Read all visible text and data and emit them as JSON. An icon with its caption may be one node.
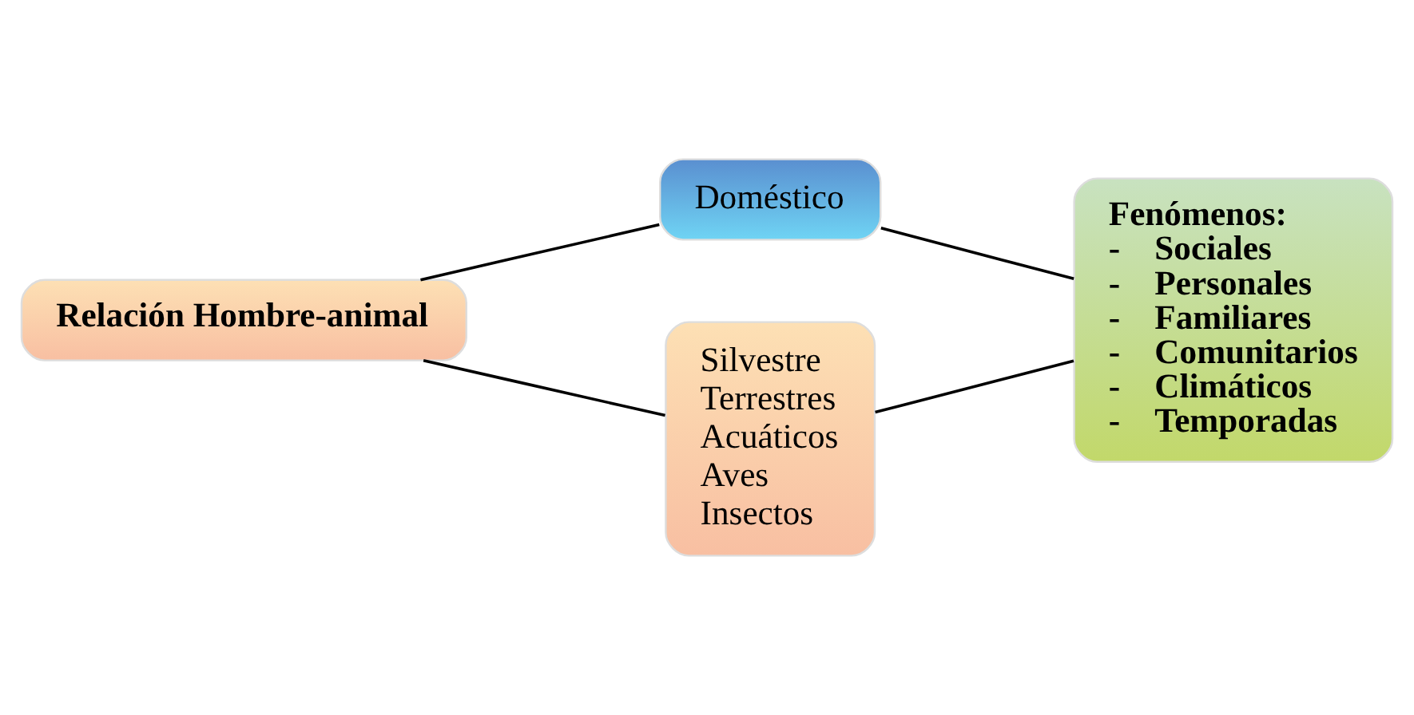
{
  "diagram": {
    "nodes": [
      {
        "text": [
          "Relación Hombre-animal"
        ]
      },
      {
        "text": [
          "Doméstico"
        ]
      },
      {
        "text": [
          "Silvestre",
          "Terrestres",
          "Acuáticos",
          "Aves",
          "Insectos"
        ]
      },
      {
        "text": [
          "Fenómenos:",
          "-    Sociales",
          "-    Personales",
          "-    Familiares",
          "-    Comunitarios",
          "-    Climáticos",
          "-    Temporadas"
        ]
      }
    ],
    "edges": [
      {
        "from": 0,
        "to": 1,
        "arrow": "none"
      },
      {
        "from": 0,
        "to": 2,
        "arrow": "none"
      },
      {
        "from": 1,
        "to": 3,
        "arrow": "none"
      },
      {
        "from": 2,
        "to": 3,
        "arrow": "none"
      }
    ]
  }
}
